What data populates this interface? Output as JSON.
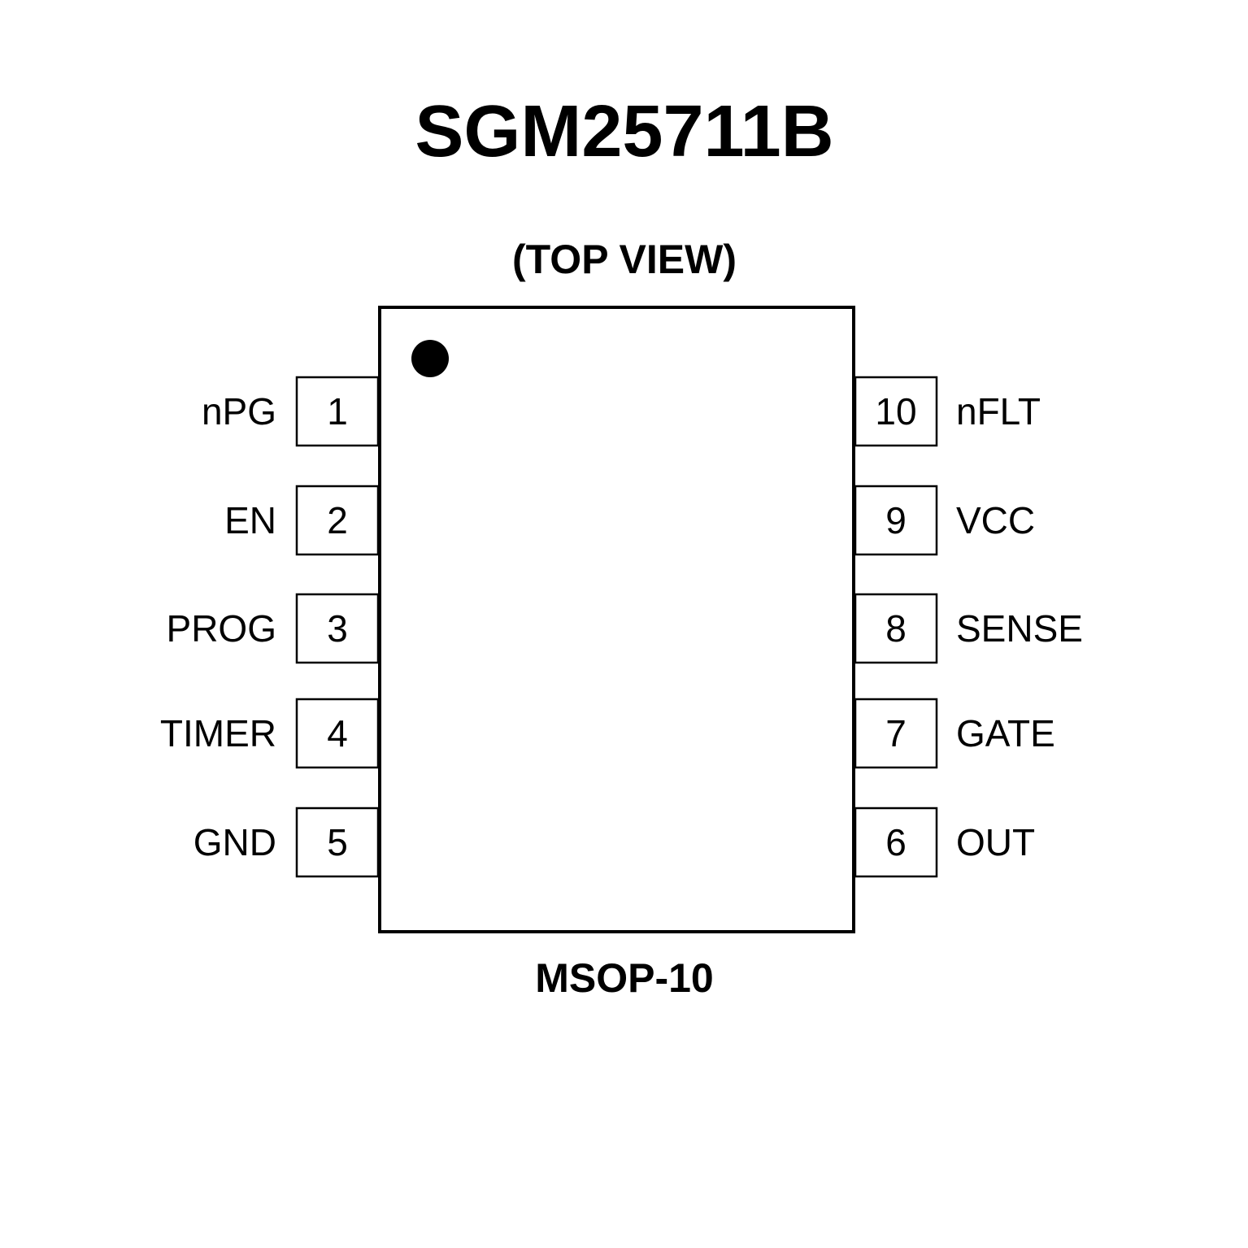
{
  "title": "SGM25711B",
  "view": "(TOP VIEW)",
  "package": "MSOP-10",
  "colors": {
    "stroke": "#000000",
    "background": "#ffffff"
  },
  "pins_left": [
    {
      "number": "1",
      "name": "nPG"
    },
    {
      "number": "2",
      "name": "EN"
    },
    {
      "number": "3",
      "name": "PROG"
    },
    {
      "number": "4",
      "name": "TIMER"
    },
    {
      "number": "5",
      "name": "GND"
    }
  ],
  "pins_right": [
    {
      "number": "10",
      "name": "nFLT"
    },
    {
      "number": "9",
      "name": "VCC"
    },
    {
      "number": "8",
      "name": "SENSE"
    },
    {
      "number": "7",
      "name": "GATE"
    },
    {
      "number": "6",
      "name": "OUT"
    }
  ]
}
